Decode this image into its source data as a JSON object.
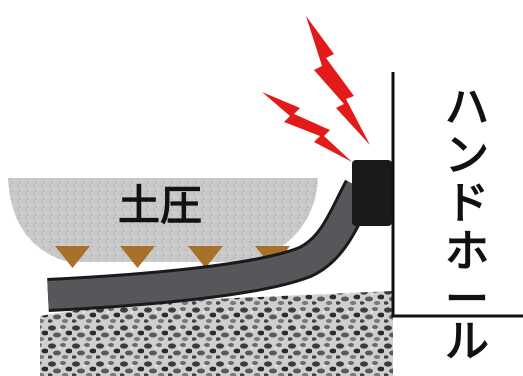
{
  "soil_pressure_label": "土圧",
  "handhole_label": "ハンドホール",
  "icons": [
    "soil-mound",
    "down-arrow",
    "pipe",
    "gravel-bed",
    "handhole-wall",
    "pipe-end-cap",
    "lightning-icon"
  ],
  "colors": {
    "arrow": "#a8712a",
    "lightning": "#e21a1a",
    "pipe": "#55575a",
    "cap": "#1a1a1a",
    "soil": "#c8c8c8"
  }
}
